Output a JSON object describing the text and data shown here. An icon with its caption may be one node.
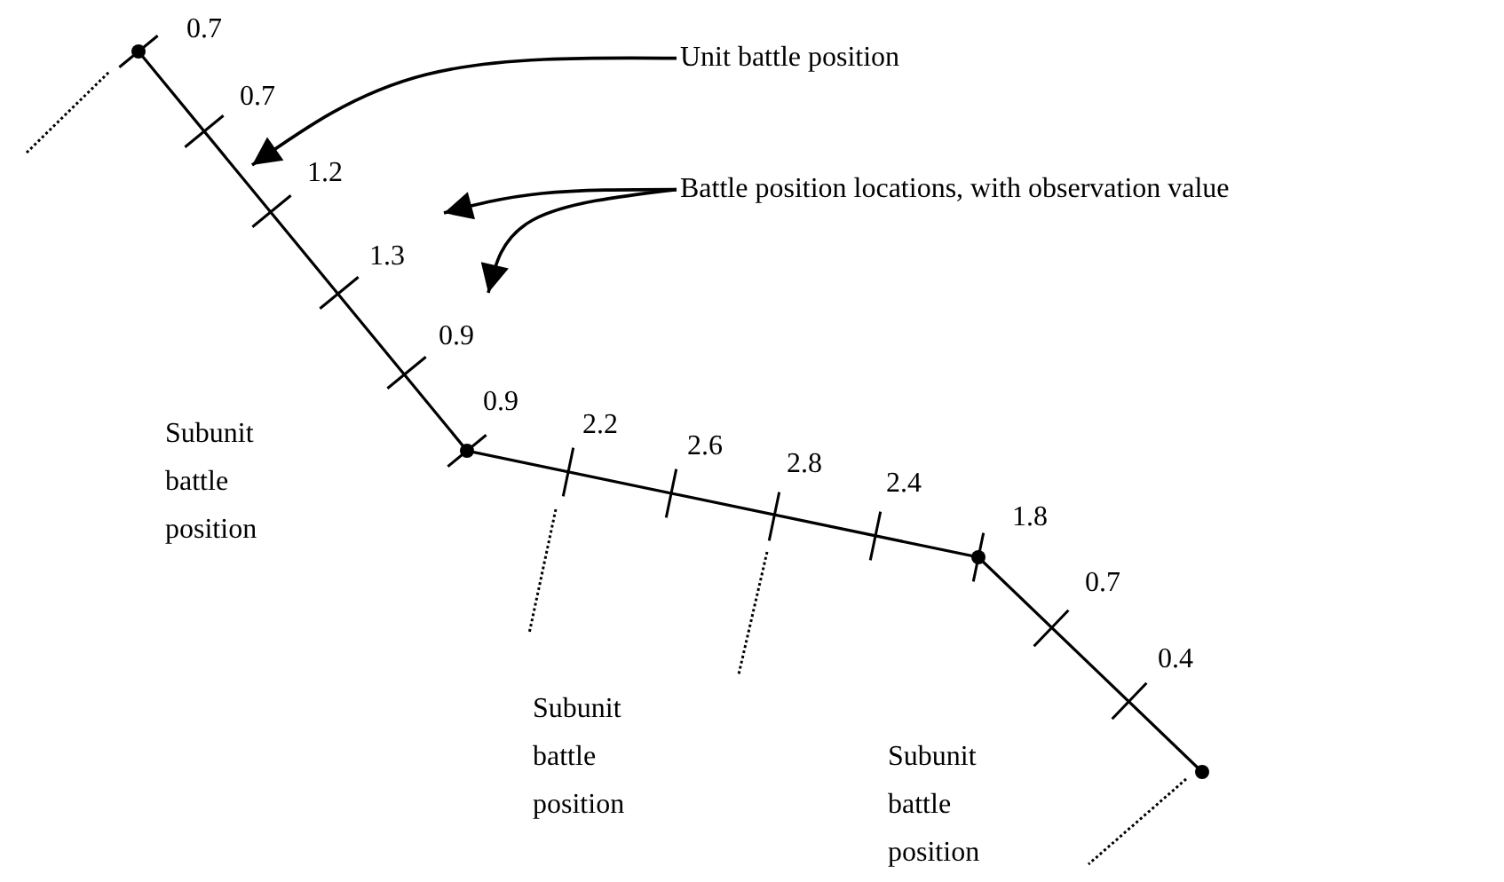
{
  "diagram": {
    "nodes": [
      {
        "text": [
          "Unit battle position"
        ]
      },
      {
        "text": [
          "Battle position locations, with observation value"
        ]
      }
    ],
    "edges": [
      {
        "from": 0,
        "to": null,
        "arrow": "to"
      },
      {
        "from": 1,
        "to": null,
        "arrow": "to"
      },
      {
        "from": 1,
        "to": null,
        "arrow": "to"
      }
    ],
    "labels": [
      "0.7",
      "0.7",
      "1.2",
      "1.3",
      "0.9",
      "0.9",
      "2.2",
      "2.6",
      "2.8",
      "2.4",
      "1.8",
      "0.7",
      "0.4",
      "Subunit battle position",
      "Subunit battle position",
      "Subunit battle position"
    ]
  }
}
